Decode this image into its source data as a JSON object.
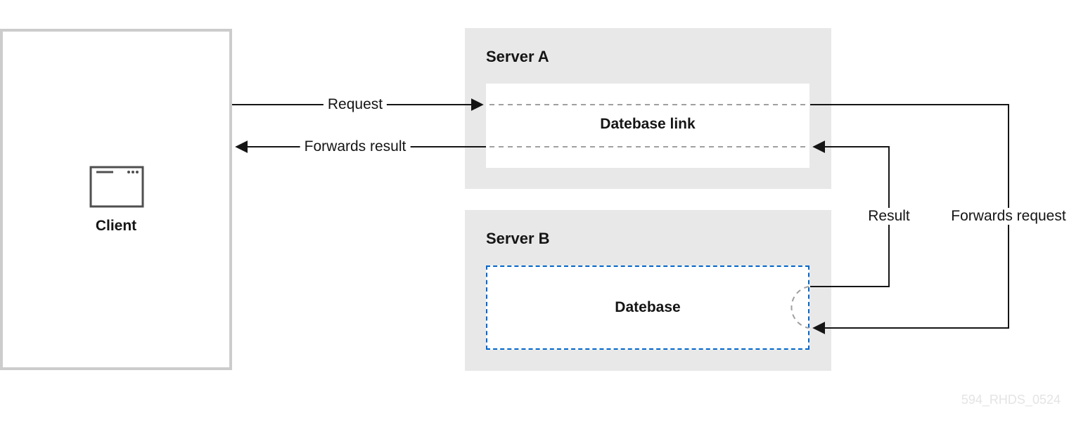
{
  "client": {
    "label": "Client",
    "icon": "browser-window-icon"
  },
  "server_a": {
    "title": "Server A",
    "component": "Datebase link"
  },
  "server_b": {
    "title": "Server B",
    "component": "Datebase"
  },
  "edges": {
    "request": "Request",
    "forwards_result": "Forwards result",
    "result": "Result",
    "forwards_request": "Forwards request"
  },
  "watermark": "594_RHDS_0524",
  "colors": {
    "panel": "#e8e8e8",
    "border": "#cccccc",
    "accent": "#0066cc",
    "line": "#151515"
  }
}
